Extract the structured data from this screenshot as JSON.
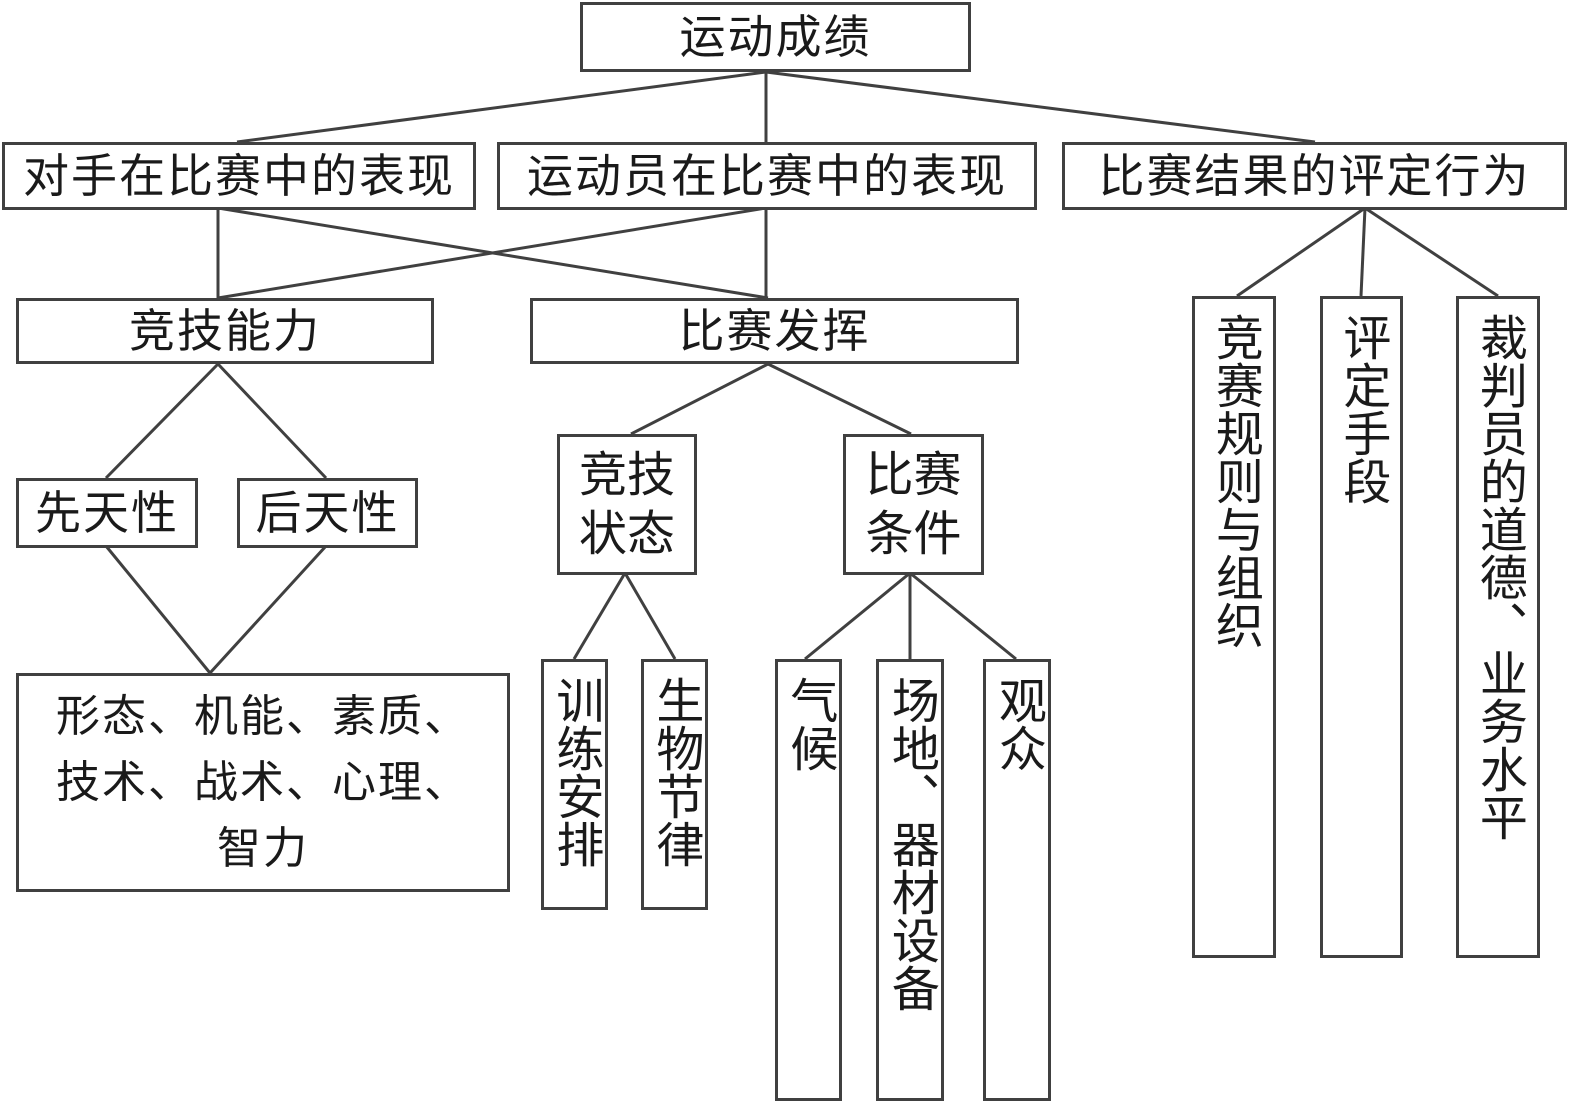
{
  "diagram": {
    "root": "运动成绩",
    "level1": {
      "opponent": "对手在比赛中的表现",
      "athlete": "运动员在比赛中的表现",
      "judging": "比赛结果的评定行为"
    },
    "level2": {
      "ability": "竞技能力",
      "performance": "比赛发挥"
    },
    "ability_children": {
      "innate": "先天性",
      "acquired": "后天性",
      "factors": "形态、机能、素质、\n技术、战术、心理、\n智力"
    },
    "performance_children": {
      "state": "竞技\n状态",
      "conditions": "比赛\n条件"
    },
    "state_children": {
      "training": "训练安排",
      "biorhythm": "生物节律"
    },
    "conditions_children": {
      "climate": "气候",
      "venue": "场地、器材设备",
      "audience": "观众"
    },
    "judging_children": {
      "rules": "竞赛规则与组织",
      "means": "评定手段",
      "referee": "裁判员的道德、业务水平"
    },
    "colors": {
      "stroke": "#404040",
      "text": "#1a1a1a",
      "background": "#ffffff"
    }
  }
}
